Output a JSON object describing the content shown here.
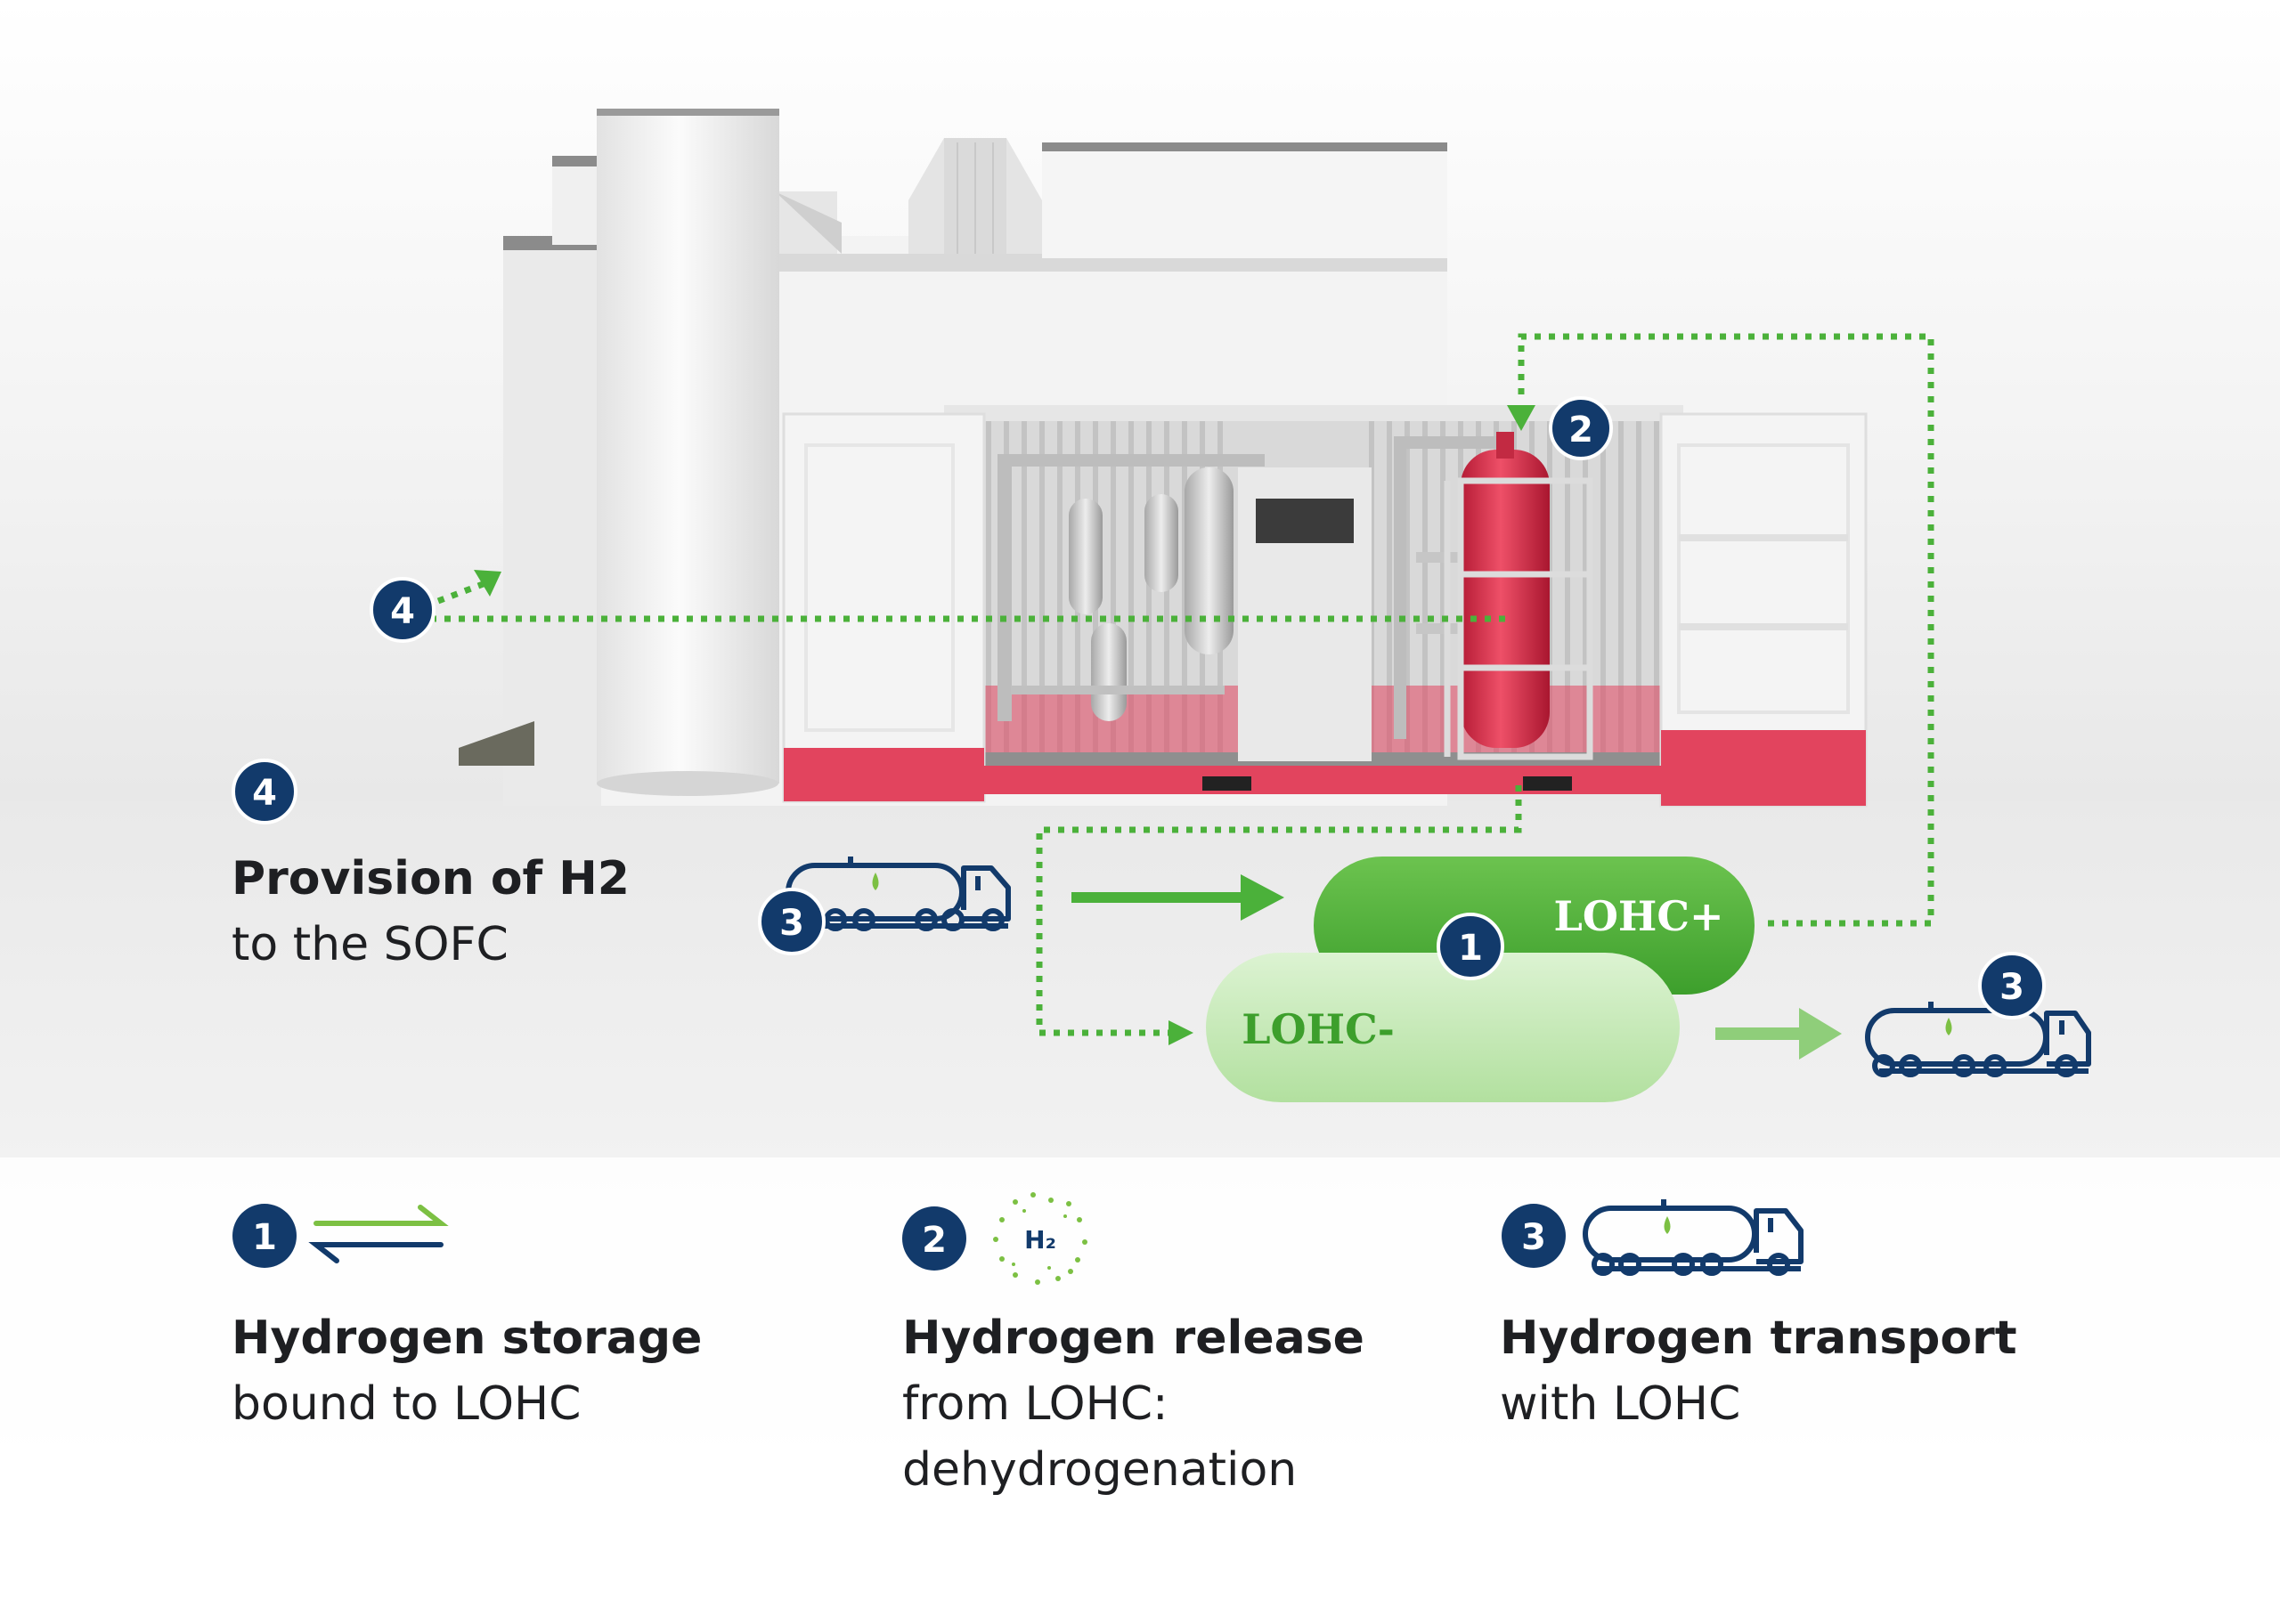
{
  "badges": {
    "b1": "1",
    "b2": "2",
    "b3": "3",
    "b4": "4"
  },
  "tanks": {
    "loaded": "LOHC+",
    "unloaded": "LOHC-"
  },
  "provision": {
    "title": "Provision of H2",
    "subtitle": "to the SOFC"
  },
  "legend": [
    {
      "number": "1",
      "title": "Hydrogen storage",
      "lines": [
        "bound to LOHC"
      ],
      "icon": "exchange-arrows-icon"
    },
    {
      "number": "2",
      "title": "Hydrogen release",
      "lines": [
        "from LOHC:",
        "dehydrogenation"
      ],
      "icon": "h2-particles-icon",
      "icon_text": "H₂"
    },
    {
      "number": "3",
      "title": "Hydrogen transport",
      "lines": [
        "with LOHC"
      ],
      "icon": "tanker-truck-icon"
    }
  ],
  "colors": {
    "navy": "#123a6b",
    "green": "#4bb13a",
    "green_light": "#b8e4a9",
    "red": "#e2445e",
    "arrow_green": "#63b946"
  }
}
